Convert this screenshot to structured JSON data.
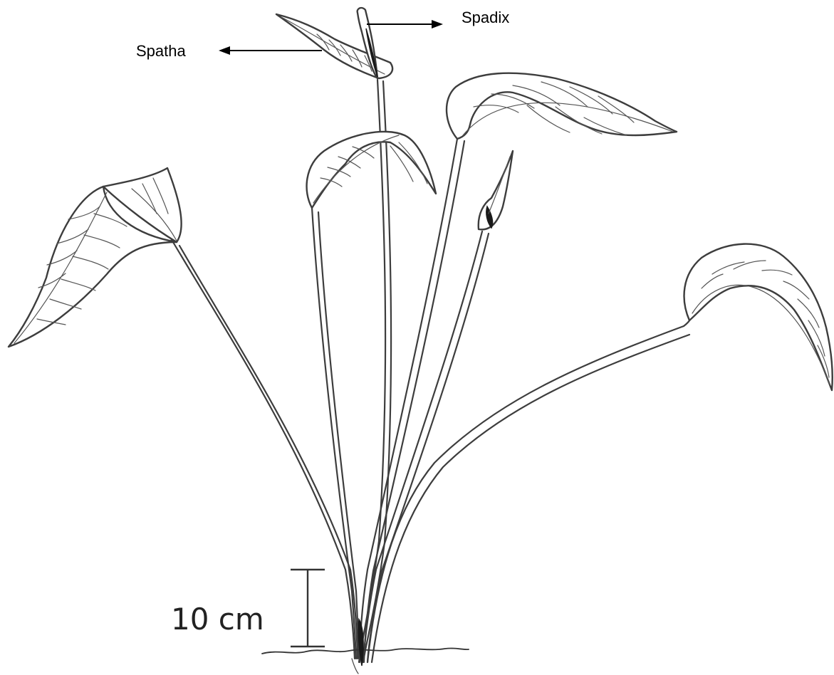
{
  "labels": {
    "spadix": "Spadix",
    "spatha": "Spatha"
  },
  "scale": {
    "label": "10 cm"
  },
  "colors": {
    "line": "#3d3d3d",
    "background": "#ffffff",
    "text": "#000000"
  }
}
